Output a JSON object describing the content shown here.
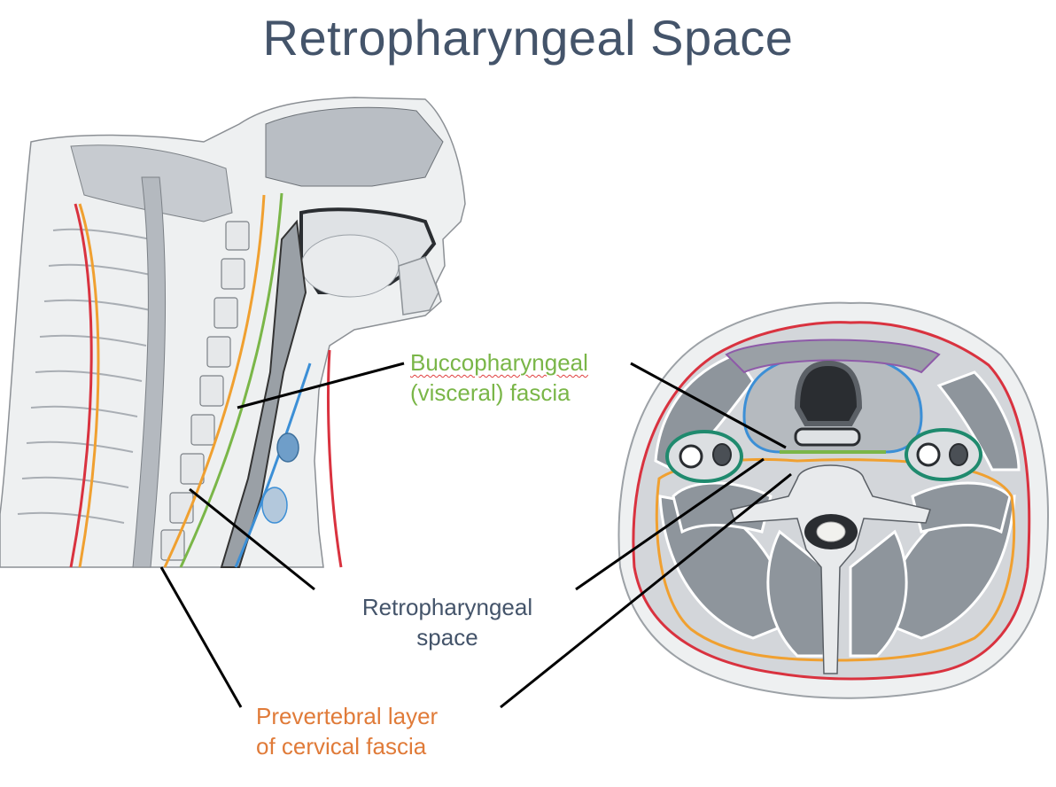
{
  "title": "Retropharyngeal Space",
  "labels": {
    "buccopharyngeal": {
      "line1": "Buccopharyngeal",
      "line2": "(visceral) fascia"
    },
    "retropharyngeal": {
      "line1": "Retropharyngeal",
      "line2": "space"
    },
    "prevertebral": {
      "line1": "Prevertebral layer",
      "line2": "of cervical fascia"
    }
  },
  "colors": {
    "title": "#44546a",
    "buccopharyngeal": "#7ab648",
    "retropharyngeal": "#44546a",
    "prevertebral": "#e07b39",
    "investing_layer": "#d9323f",
    "carotid_sheath": "#1f8a6e",
    "pretracheal": "#3c8fd6",
    "leader_line": "#000000"
  },
  "icons": {
    "sagittal_view": "sagittal-neck-illustration",
    "axial_view": "axial-neck-cross-section"
  }
}
